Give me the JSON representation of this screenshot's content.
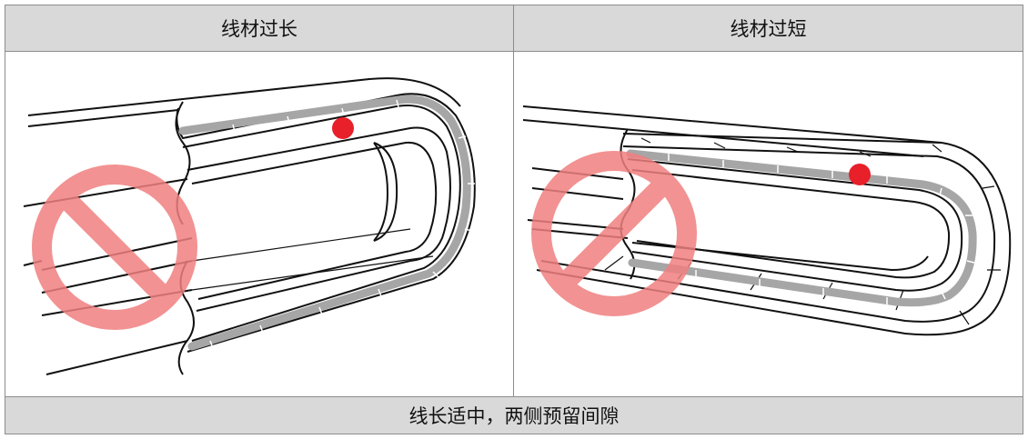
{
  "panels": [
    {
      "title": "线材过长"
    },
    {
      "title": "线材过短"
    }
  ],
  "footer": {
    "text": "线长适中，两侧预留间隙"
  },
  "colors": {
    "header_bg": "#d9d9d9",
    "cable": "#a6a6a6",
    "prohibit": "#f08080",
    "marker": "#e8202a"
  },
  "icons": [
    "prohibition-icon",
    "cable-marker-dot"
  ]
}
